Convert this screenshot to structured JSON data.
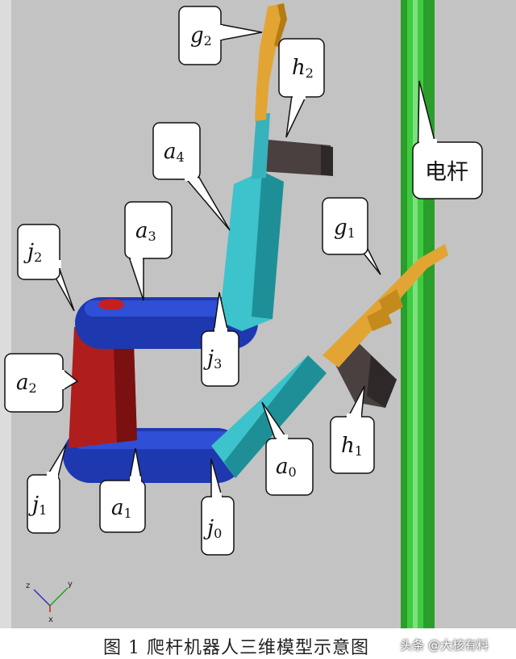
{
  "colors": {
    "background": "#c3c3c3",
    "pole": "#27a827",
    "link_blue": "#1f3bb8",
    "link_red": "#b21c1c",
    "link_cyan": "#3bbfc7",
    "gripper_body": "#4a4040",
    "gripper_jaw": "#e0a935"
  },
  "labels": {
    "g2": {
      "base": "g",
      "sub": "2"
    },
    "h2": {
      "base": "h",
      "sub": "2"
    },
    "a4": {
      "base": "a",
      "sub": "4"
    },
    "pole": "电杆",
    "g1": {
      "base": "g",
      "sub": "1"
    },
    "a3": {
      "base": "a",
      "sub": "3"
    },
    "j2": {
      "base": "j",
      "sub": "2"
    },
    "j3": {
      "base": "j",
      "sub": "3"
    },
    "a2": {
      "base": "a",
      "sub": "2"
    },
    "h1": {
      "base": "h",
      "sub": "1"
    },
    "a0": {
      "base": "a",
      "sub": "0"
    },
    "j1": {
      "base": "j",
      "sub": "1"
    },
    "a1": {
      "base": "a",
      "sub": "1"
    },
    "j0": {
      "base": "j",
      "sub": "0"
    }
  },
  "axes": {
    "z": "z",
    "y": "y",
    "x": "x"
  },
  "caption": "图 1  爬杆机器人三维模型示意图",
  "watermark": "头条 @大核有料"
}
